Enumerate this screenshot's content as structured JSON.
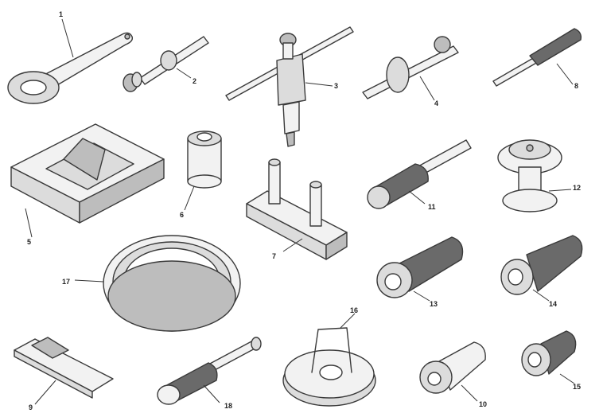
{
  "diagram": {
    "background": "#ffffff",
    "line_color": "#333333",
    "knurl_color": "#6a6a6a",
    "callouts": [
      "1",
      "2",
      "3",
      "4",
      "5",
      "6",
      "7",
      "8",
      "9",
      "10",
      "11",
      "12",
      "13",
      "14",
      "15",
      "16",
      "17",
      "18"
    ]
  }
}
